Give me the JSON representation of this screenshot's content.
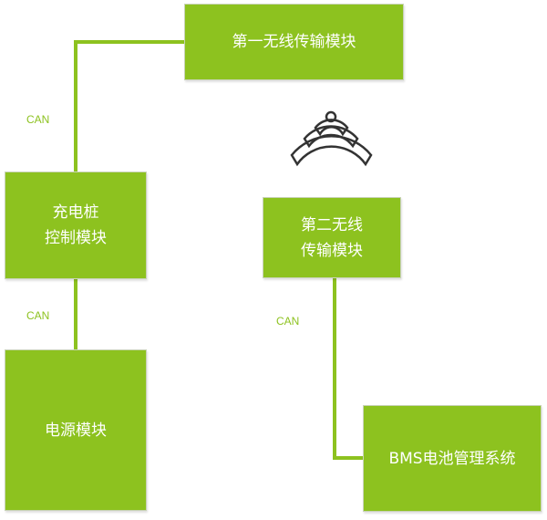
{
  "colors": {
    "module_fill": "#8dc21f",
    "line": "#8dc21f",
    "icon": "#333333"
  },
  "modules": {
    "wireless1": "第一无线传输模块",
    "charger_line1": "充电桩",
    "charger_line2": "控制模块",
    "power": "电源模块",
    "wireless2_line1": "第二无线",
    "wireless2_line2": "传输模块",
    "bms": "BMS电池管理系统"
  },
  "connections": {
    "can_top": "CAN",
    "can_left": "CAN",
    "can_right": "CAN"
  },
  "icons": {
    "wireless": "wireless-signal-icon"
  }
}
